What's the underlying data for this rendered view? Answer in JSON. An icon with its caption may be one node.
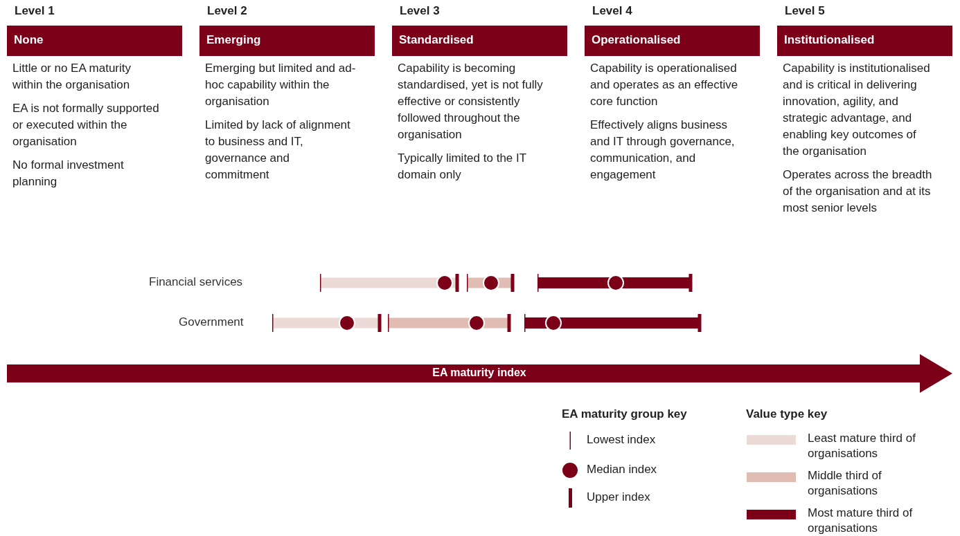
{
  "diagram": {
    "nodes": [
      {
        "text": [
          "Level 1",
          "None"
        ],
        "beside": [
          "Little or no EA maturity within the organisation",
          "EA is not formally supported or executed within the organisation",
          "No formal investment planning"
        ]
      },
      {
        "text": [
          "Level 2",
          "Emerging"
        ],
        "beside": [
          "Emerging but limited and ad-hoc capability within the organisation",
          "Limited by lack of alignment to business and IT, governance and commitment"
        ]
      },
      {
        "text": [
          "Level 3",
          "Standardised"
        ],
        "beside": [
          "Capability is becoming standardised, yet is not fully effective or consistently followed throughout the organisation",
          "Typically limited to the IT domain only"
        ]
      },
      {
        "text": [
          "Level 4",
          "Operationalised"
        ],
        "beside": [
          "Capability is operationalised and operates as an effective core function",
          "Effectively aligns business and IT through governance, communication, and engagement"
        ]
      },
      {
        "text": [
          "Level 5",
          "Institutionalised"
        ],
        "beside": [
          "Capability is institutionalised and is critical in delivering innovation, agility, and strategic advantage, and enabling key outcomes of the organisation",
          "Operates across the breadth of the organisation and at its most senior levels"
        ]
      },
      {
        "text": [
          "EA maturity index"
        ]
      }
    ],
    "labels": [
      "Financial services",
      "Government",
      "EA maturity group key",
      "Value type key"
    ],
    "legend": [
      {
        "text": "Lowest index"
      },
      {
        "text": "Median index"
      },
      {
        "text": "Upper index"
      },
      {
        "text": "Least mature third of organisations",
        "color": "#ecdad6"
      },
      {
        "text": "Middle third of organisations",
        "color": "#e0bcb3"
      },
      {
        "text": "Most mature third of organisations",
        "color": "#7c0018"
      }
    ]
  }
}
